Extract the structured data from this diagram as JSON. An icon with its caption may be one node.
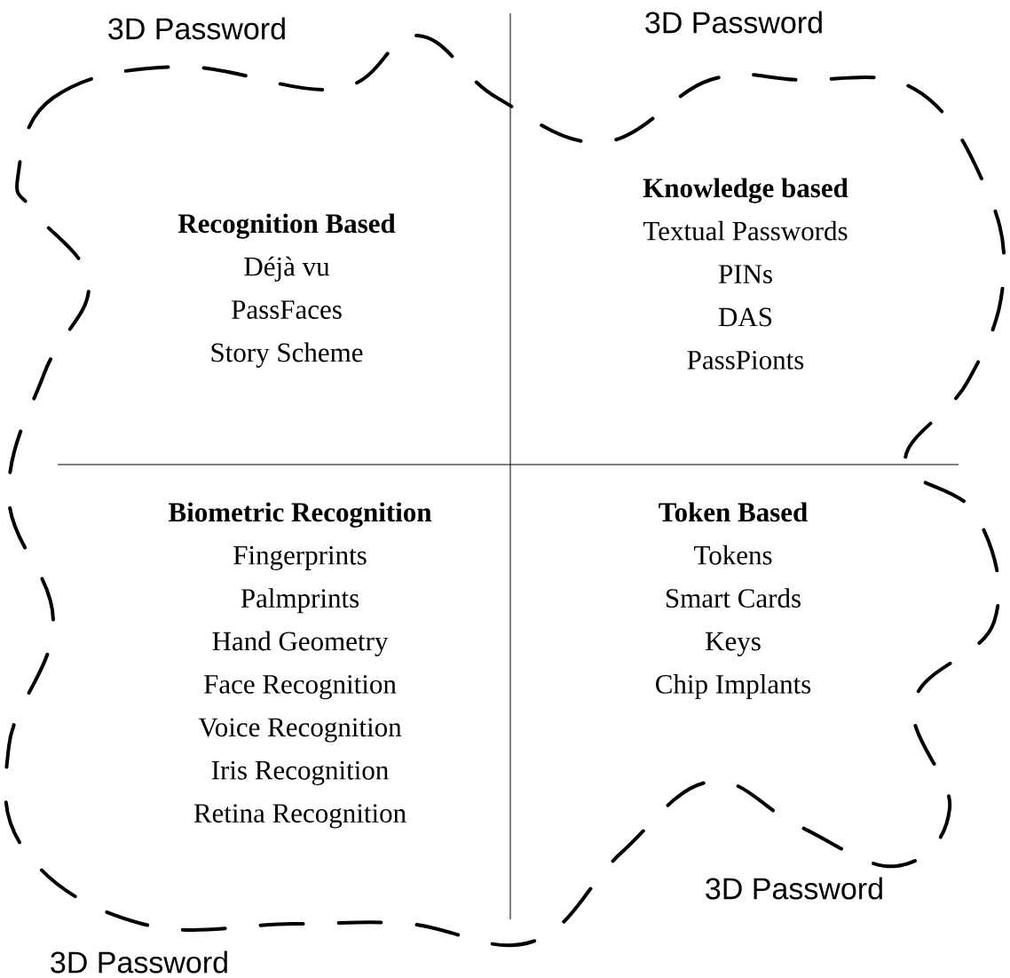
{
  "diagram": {
    "nodes": [
      {
        "text": [],
        "shape": "cloud"
      },
      {
        "text": [
          "Recognition Based",
          "Déjà vu",
          "PassFaces",
          "Story Scheme"
        ],
        "in": 0
      },
      {
        "text": [
          "Knowledge based",
          "Textual Passwords",
          "PINs",
          "DAS",
          "PassPionts"
        ],
        "in": 0
      },
      {
        "text": [
          "Biometric Recognition",
          "Fingerprints",
          "Palmprints",
          "Hand Geometry",
          "Face Recognition",
          "Voice Recognition",
          "Iris Recognition",
          "Retina Recognition"
        ],
        "in": 0
      },
      {
        "text": [
          "Token Based",
          "Tokens",
          "Smart Cards",
          "Keys",
          "Chip Implants"
        ],
        "in": 0
      }
    ],
    "edges": [],
    "labels": [
      "3D Password",
      "3D Password",
      "3D Password",
      "3D Password"
    ]
  }
}
